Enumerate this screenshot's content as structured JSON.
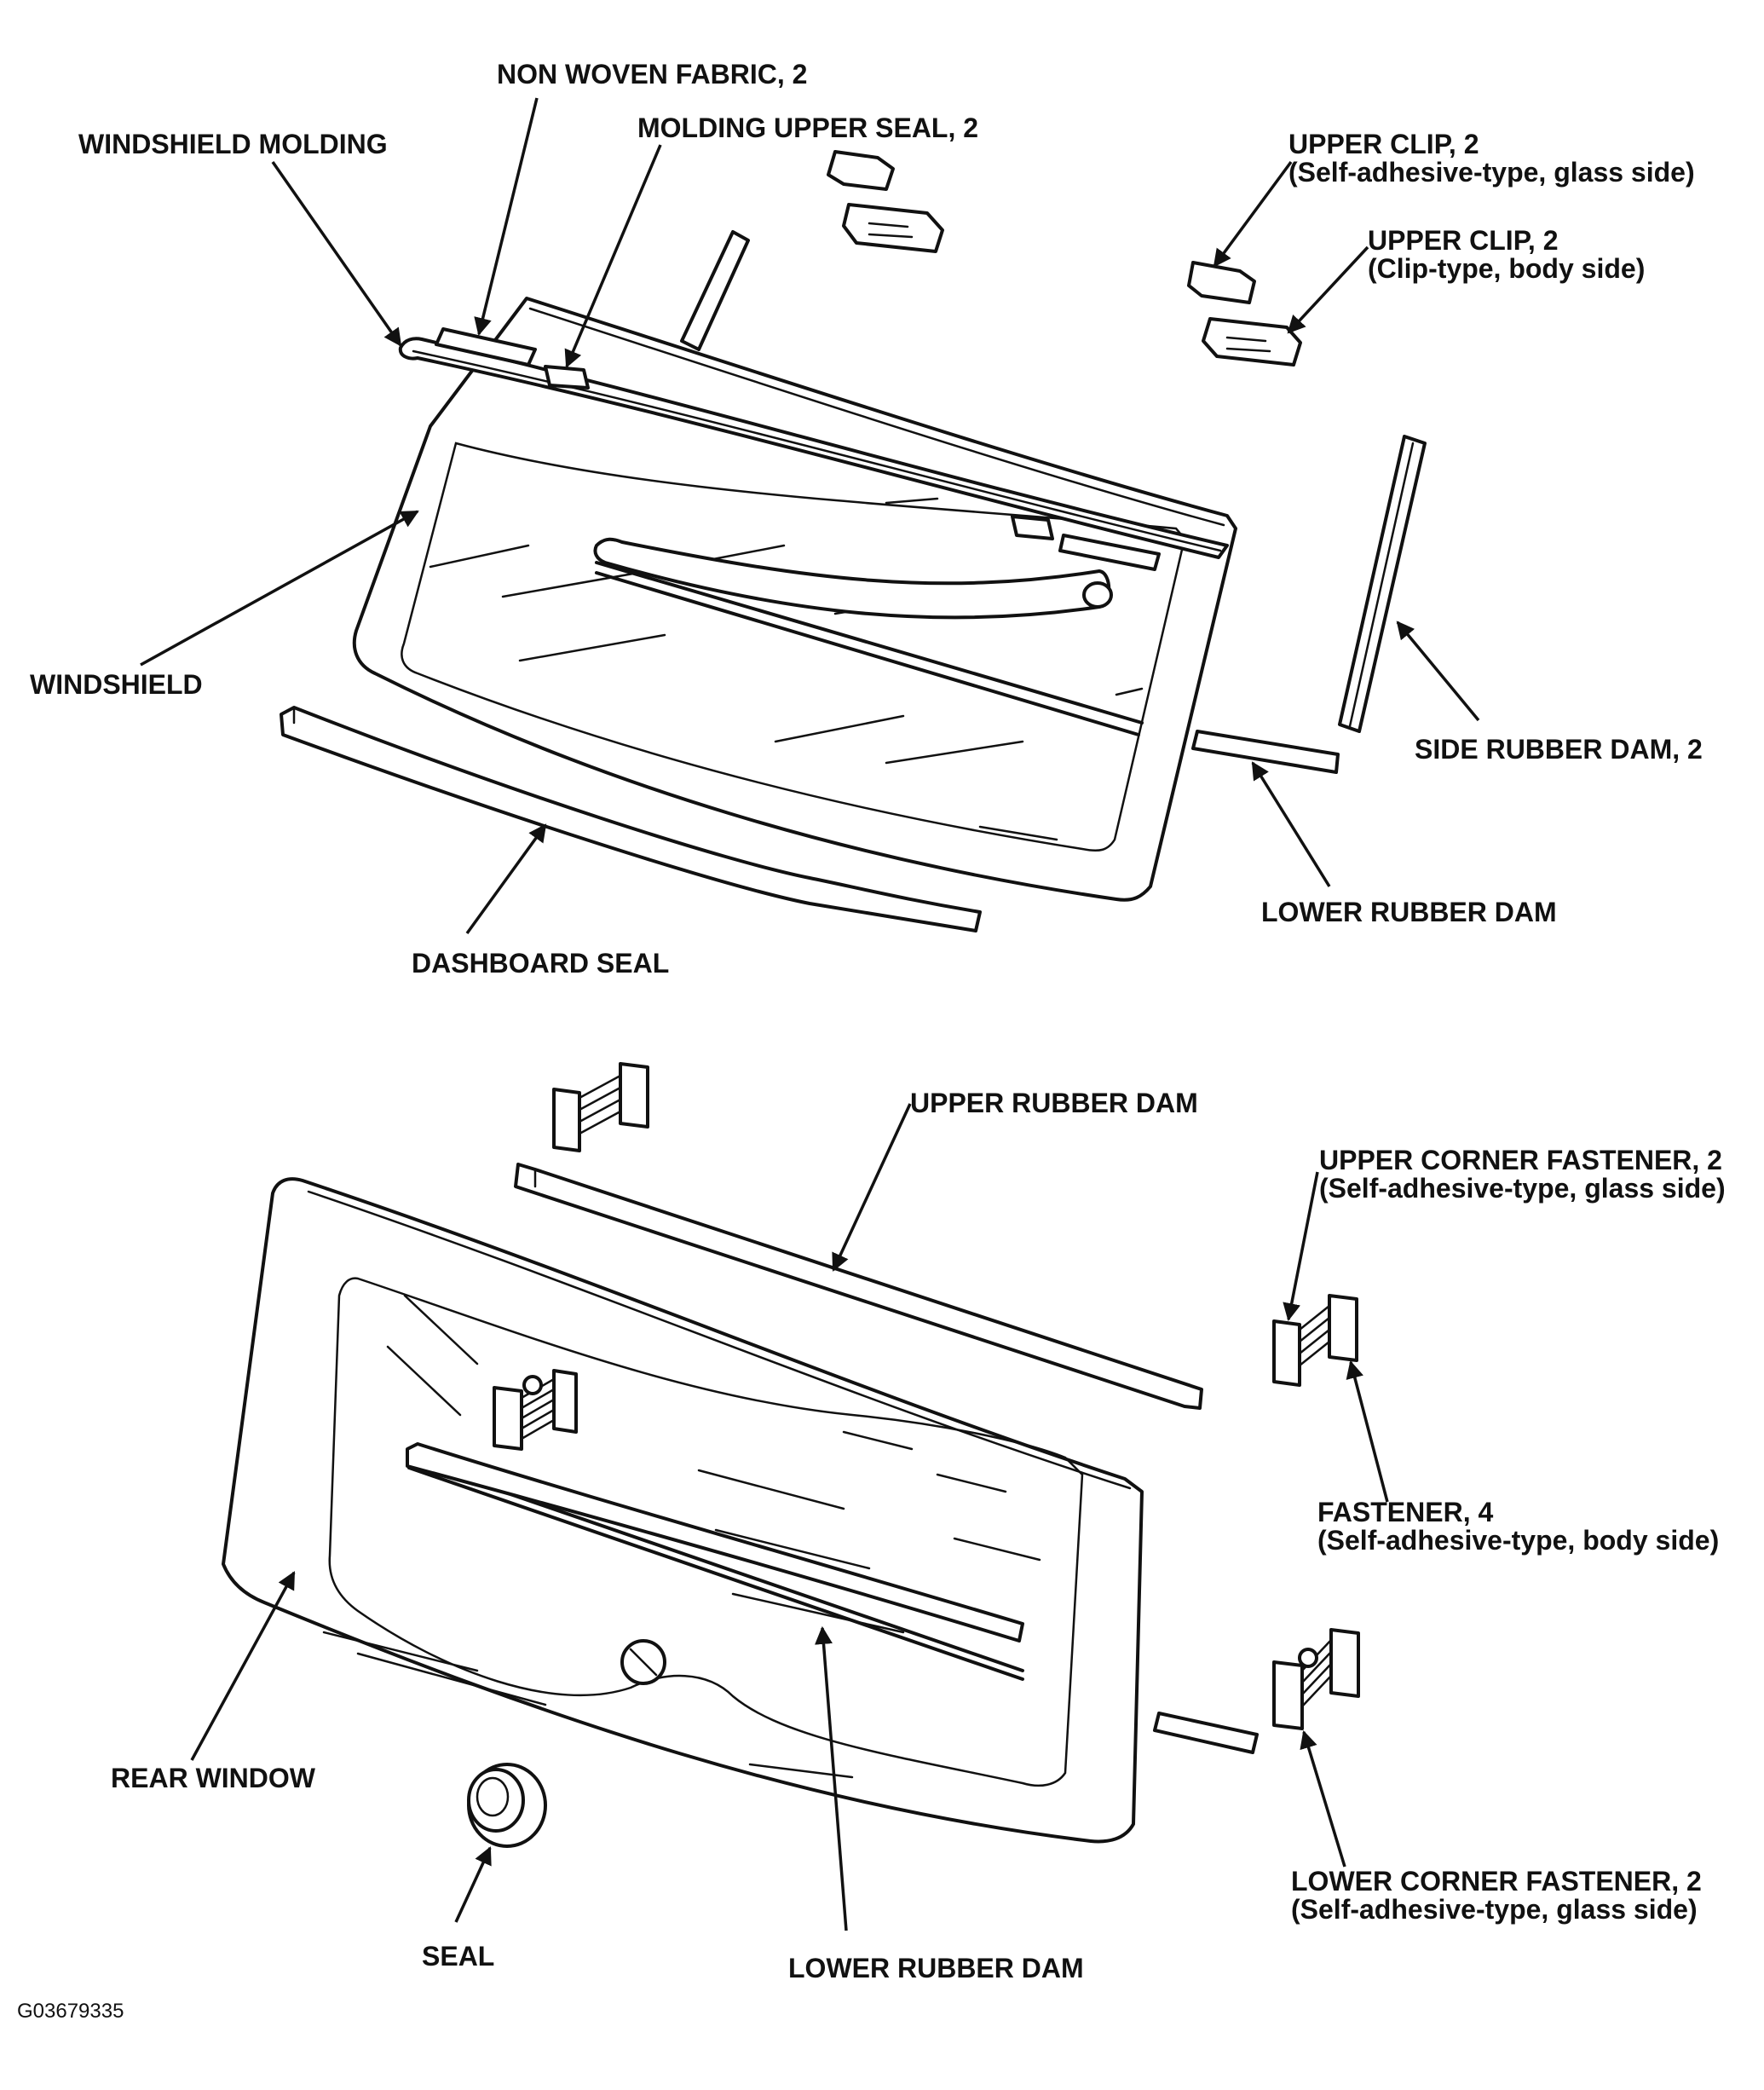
{
  "labels": {
    "non_woven_fabric": "NON WOVEN FABRIC, 2",
    "windshield_molding": "WINDSHIELD MOLDING",
    "molding_upper_seal": "MOLDING UPPER SEAL, 2",
    "upper_clip_glass": "UPPER CLIP, 2",
    "upper_clip_glass_note": "(Self-adhesive-type, glass side)",
    "upper_clip_body": "UPPER CLIP, 2",
    "upper_clip_body_note": "(Clip-type, body side)",
    "windshield": "WINDSHIELD",
    "side_rubber_dam": "SIDE RUBBER DAM, 2",
    "lower_rubber_dam_top": "LOWER RUBBER DAM",
    "dashboard_seal": "DASHBOARD SEAL",
    "upper_rubber_dam": "UPPER RUBBER DAM",
    "upper_corner_fastener": "UPPER CORNER FASTENER, 2",
    "upper_corner_fastener_note": "(Self-adhesive-type, glass side)",
    "fastener": "FASTENER, 4",
    "fastener_note": "(Self-adhesive-type, body side)",
    "rear_window": "REAR WINDOW",
    "lower_corner_fastener": "LOWER CORNER FASTENER, 2",
    "lower_corner_fastener_note": "(Self-adhesive-type, glass side)",
    "seal": "SEAL",
    "lower_rubber_dam_bottom": "LOWER RUBBER DAM"
  },
  "figure_id": "G03679335"
}
